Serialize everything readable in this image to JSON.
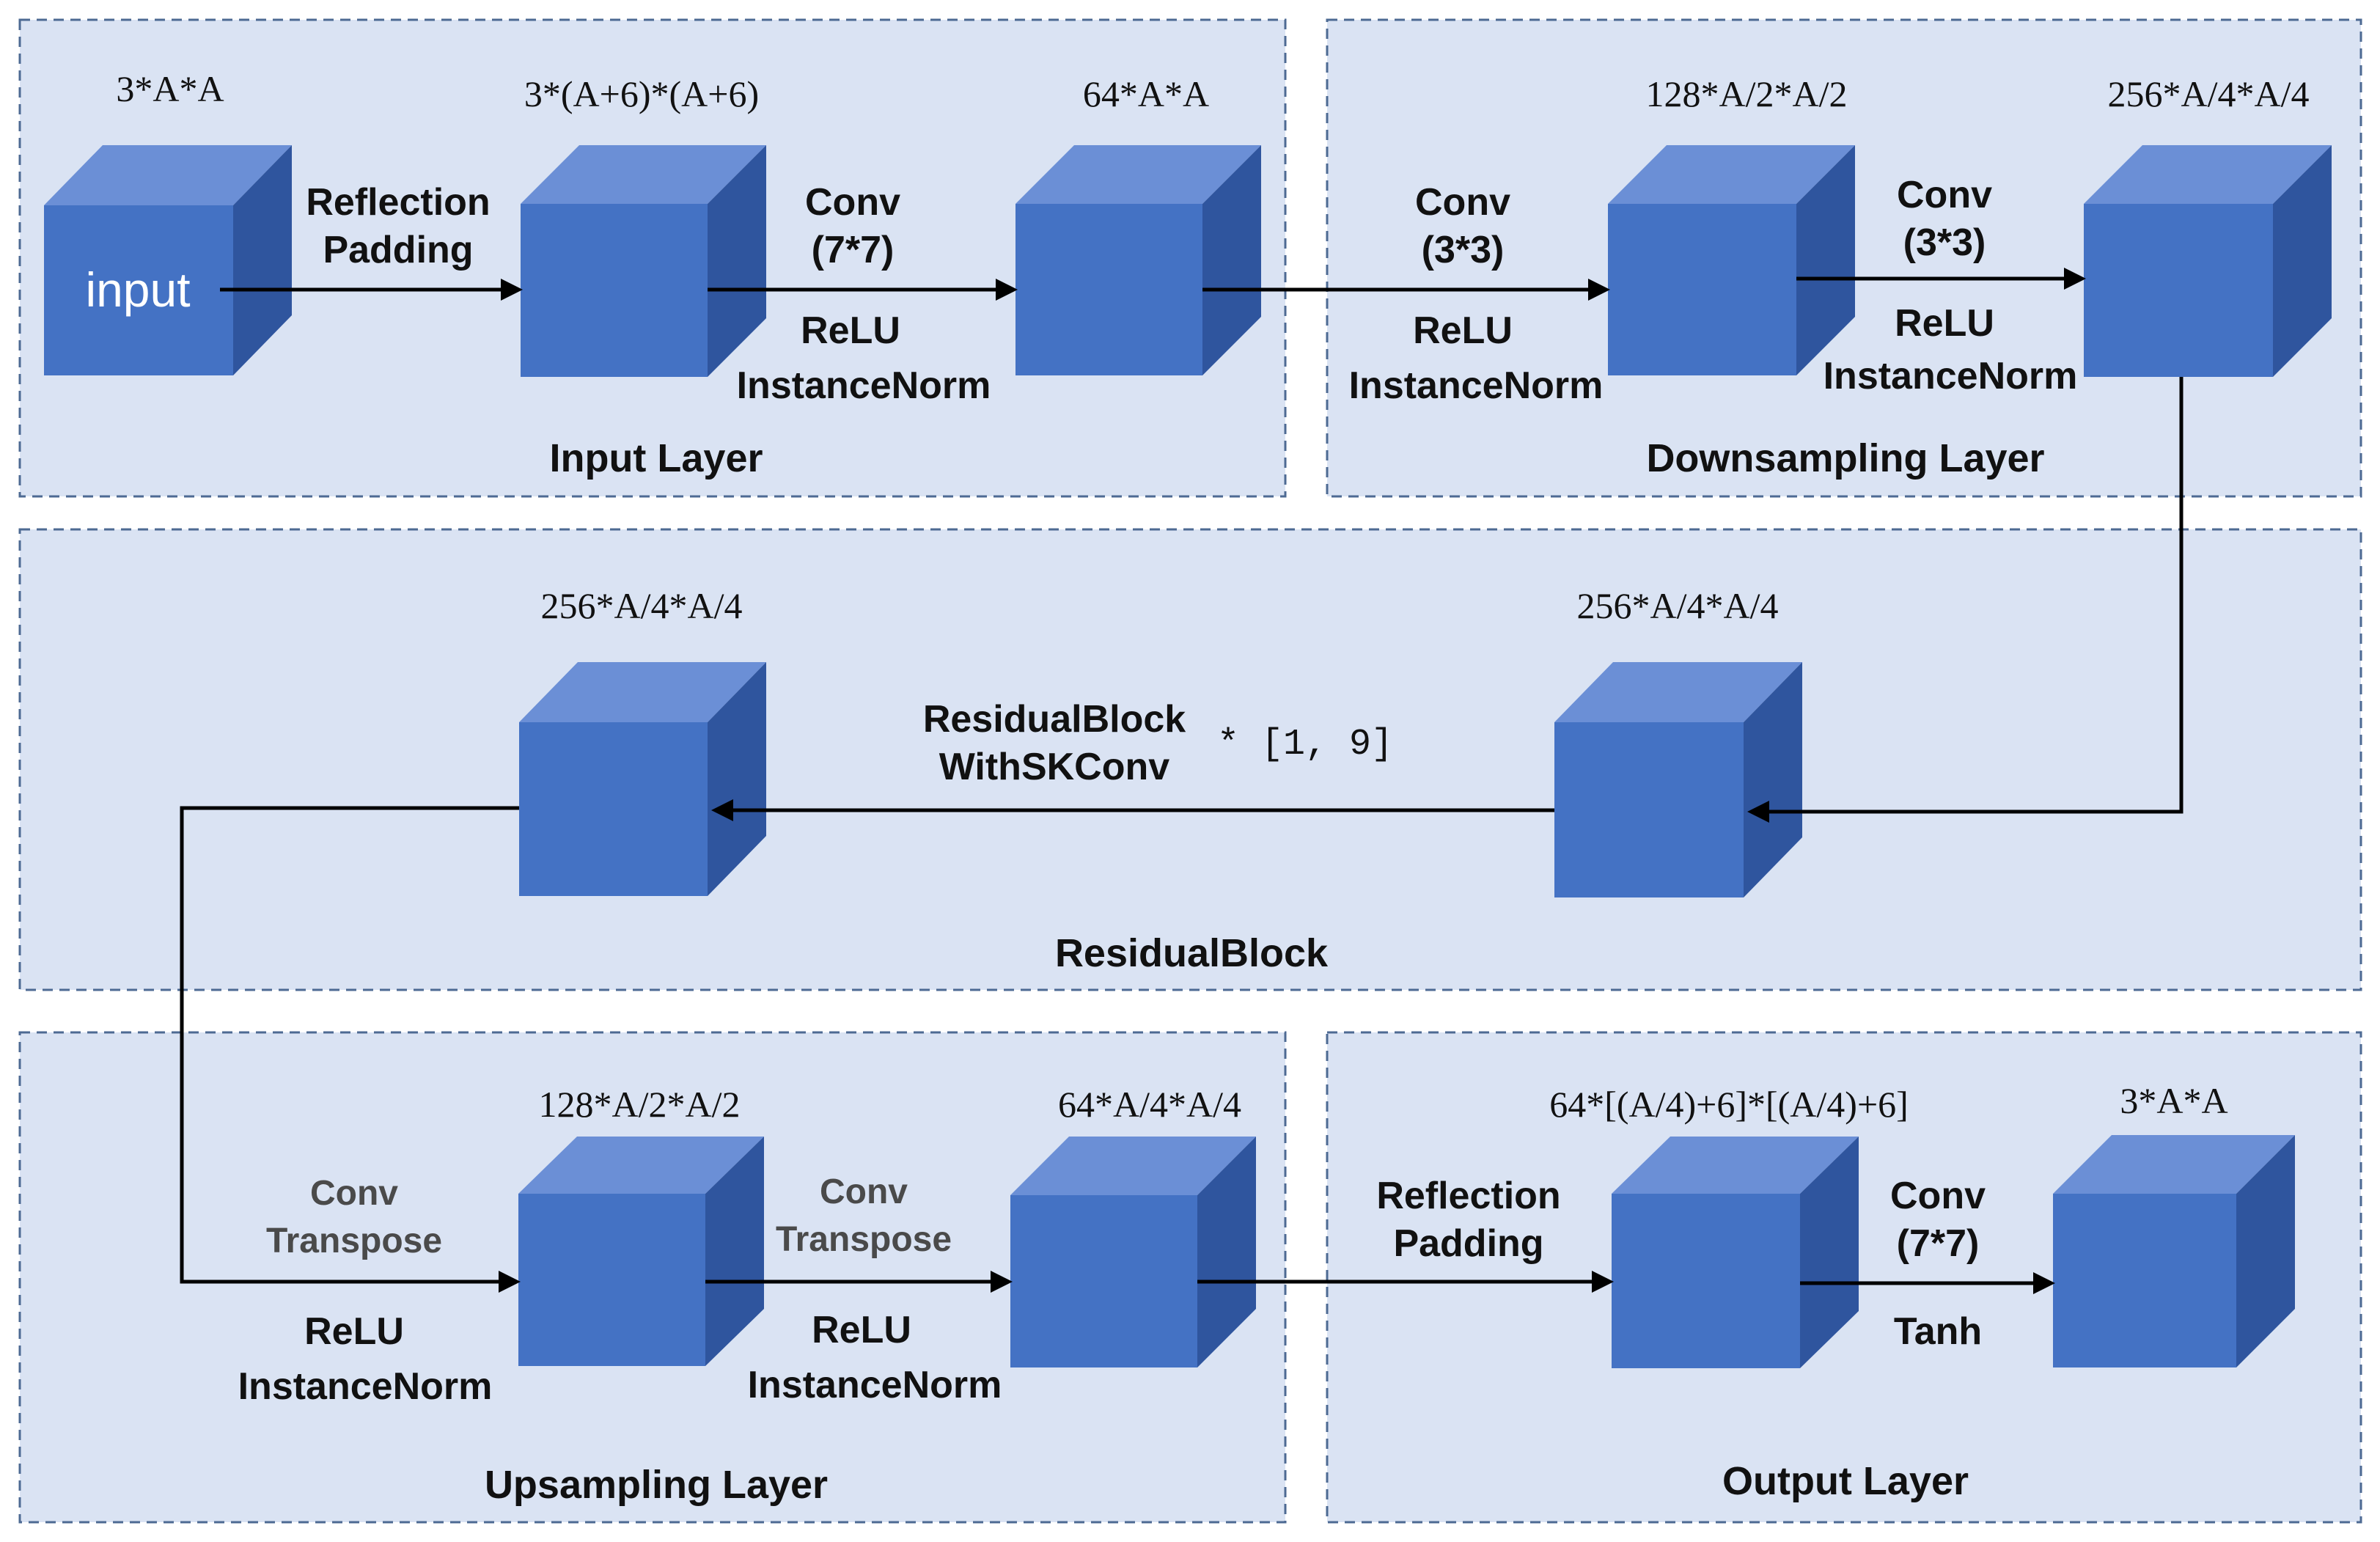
{
  "panels": {
    "input_layer": "Input Layer",
    "downsampling_layer": "Downsampling Layer",
    "residual_block": "ResidualBlock",
    "upsampling_layer": "Upsampling Layer",
    "output_layer": "Output Layer"
  },
  "dims": {
    "input": "3*A*A",
    "padded": "3*(A+6)*(A+6)",
    "conv1": "64*A*A",
    "down1": "128*A/2*A/2",
    "down2": "256*A/4*A/4",
    "res_in": "256*A/4*A/4",
    "res_out": "256*A/4*A/4",
    "up1": "128*A/2*A/2",
    "up2": "64*A/4*A/4",
    "out_pad": "64*[(A/4)+6]*[(A/4)+6]",
    "output": "3*A*A"
  },
  "cube_label": "input",
  "ops": {
    "reflection_padding": [
      "Reflection",
      "Padding"
    ],
    "conv7": [
      "Conv",
      "(7*7)"
    ],
    "conv3": [
      "Conv",
      "(3*3)"
    ],
    "relu": "ReLU",
    "instance_norm": "InstanceNorm",
    "residual_block_sk": [
      "ResidualBlock",
      "WithSKConv"
    ],
    "repeat": "* [1, 9]",
    "conv_transpose": [
      "Conv",
      "Transpose"
    ],
    "tanh": "Tanh"
  },
  "colors": {
    "panel_fill": "#dae3f3",
    "panel_border": "#4d6a93",
    "cube_front": "#4472c4",
    "cube_top": "#6b8fd6",
    "cube_side": "#2f559e"
  }
}
